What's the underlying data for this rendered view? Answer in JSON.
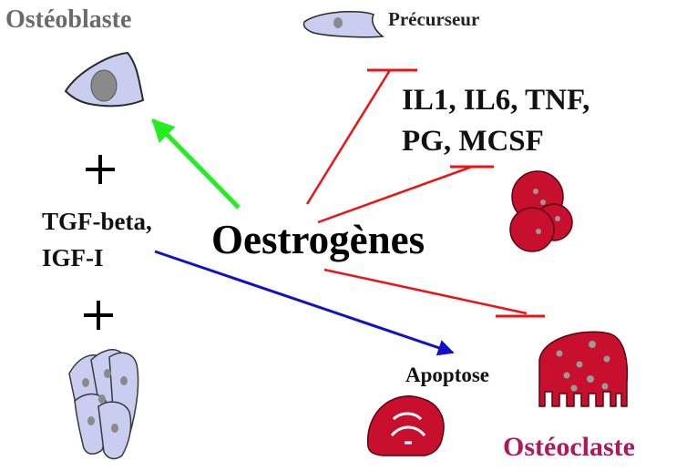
{
  "labels": {
    "osteoblaste": "Ostéoblaste",
    "precurseur": "Précurseur",
    "cytokines_line1": "IL1, IL6, TNF,",
    "cytokines_line2": "PG, MCSF",
    "oestrogenes": "Oestrogènes",
    "growth_factors_line1": "TGF-beta,",
    "growth_factors_line2": "IGF-I",
    "apoptose": "Apoptose",
    "osteoclaste": "Ostéoclaste",
    "plus_top": "+",
    "plus_bottom": "+"
  },
  "colors": {
    "stimulation_arrow": "#22ee22",
    "inhibition_line": "#ee1111",
    "apoptosis_arrow": "#1111cc",
    "osteoblast_cell_fill": "#c9cef0",
    "osteoblast_nucleus": "#8a8a8a",
    "osteoclast_fill": "#c8102e",
    "osteoclast_nucleus": "#9a9a9a",
    "osteoclaste_title": "#b0185a",
    "osteoblaste_title": "#6b6b6b"
  },
  "icons": {
    "osteoblast_cell": "osteoblast-cell-icon",
    "precursor_cell": "precursor-cell-icon",
    "precursor_osteoclasts": "osteoclast-precursor-cluster-icon",
    "osteoclast": "osteoclast-cell-icon",
    "apoptotic_osteoclast": "apoptotic-osteoclast-icon",
    "osteocytes": "bone-cells-cluster-icon"
  }
}
